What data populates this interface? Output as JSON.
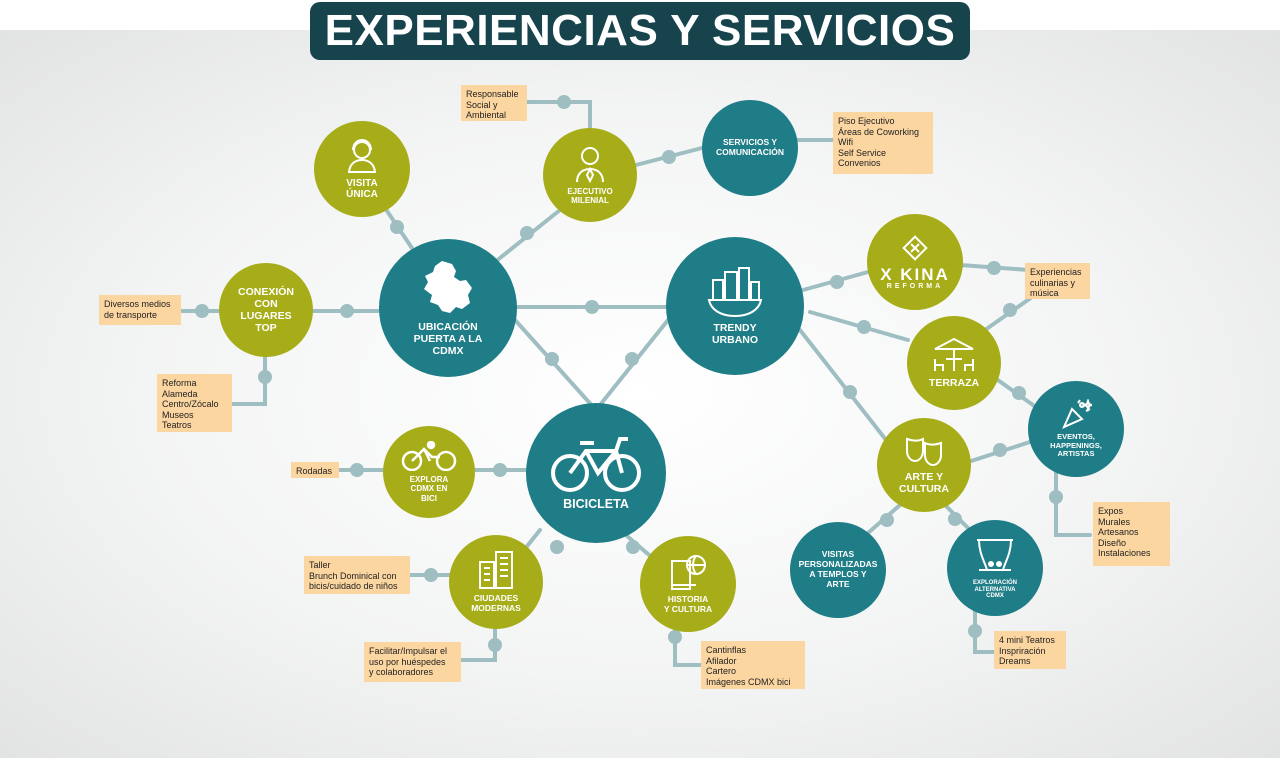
{
  "title": "EXPERIENCIAS Y SERVICIOS",
  "colors": {
    "teal": "#1f7d87",
    "olive": "#a7ad19",
    "note": "#fcd6a0",
    "line": "#9ebec1",
    "title_bg": "#17434c"
  },
  "nodes": {
    "visita_unica": "VISITA\nÚNICA",
    "ejecutivo_milenial": "EJECUTIVO\nMILENIAL",
    "servicios_comunicacion": "SERVICIOS Y\nCOMUNICACIÓN",
    "conexion": "CONEXIÓN\nCON\nLUGARES\nTOP",
    "ubicacion": "UBICACIÓN\nPUERTA A LA\nCDMX",
    "trendy_urbano": "TRENDY\nURBANO",
    "xkina_brand": "X KINA",
    "xkina_sub": "REFORMA",
    "terraza": "TERRAZA",
    "eventos": "EVENTOS,\nHAPPENINGS,\nARTISTAS",
    "arte_cultura": "ARTE Y\nCULTURA",
    "explora_bici": "EXPLORA\nCDMX EN\nBICI",
    "bicicleta": "BICICLETA",
    "ciudades_modernas": "CIUDADES\nMODERNAS",
    "historia_cultura": "HISTORIA\nY CULTURA",
    "visitas_personalizadas": "VISITAS\nPERSONALIZADAS\nA TEMPLOS Y\nARTE",
    "exploracion_alternativa": "EXPLORACIÓN\nALTERNATIVA\nCDMX"
  },
  "notes": {
    "responsable": "Responsable\nSocial y\nAmbiental",
    "servicios": "Piso Ejecutivo\nÁreas de Coworking\nWifi\nSelf Service\nConvenios",
    "transporte": "Diversos medios\nde transporte",
    "lugares": "Reforma\nAlameda\nCentro/Zócalo\nMuseos\nTeatros",
    "experiencias": "Experiencias\nculinarias y\nmúsica",
    "expos": "Expos\nMurales\nArtesanos\nDiseño\nInstalaciones",
    "rodadas": "Rodadas",
    "taller": "Taller\nBrunch Dominical con\nbicis/cuidado de niños",
    "facilitar": "Facilitar/Impulsar el\nuso por huéspedes\ny colaboradores",
    "cantinflas": "Cantinflas\nAfilador\nCartero\nImágenes CDMX bici",
    "teatros": "4 mini Teatros\nInspriración\nDreams"
  }
}
